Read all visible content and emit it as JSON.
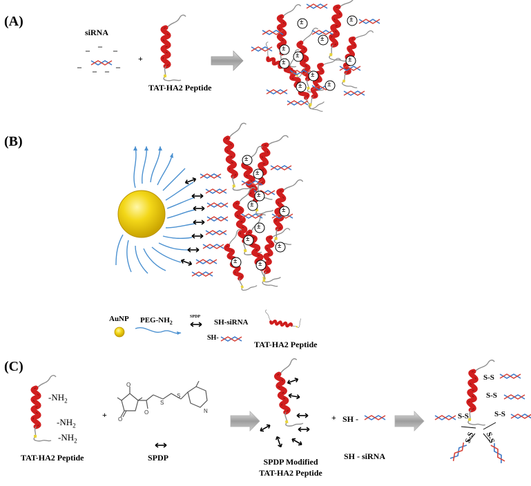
{
  "panels": {
    "a": {
      "label": "(A)",
      "sirna_label": "siRNA",
      "plus": "+",
      "peptide_label": "TAT-HA2 Peptide",
      "charge_symbol": "±",
      "minus_symbol": "–"
    },
    "b": {
      "label": "(B)",
      "charge_symbol": "±",
      "legend": {
        "aunp": "AuNP",
        "peg": "PEG-NH",
        "peg_sub": "2",
        "spdp_small": "SPDP",
        "sh_sirna": "SH-siRNA",
        "sh_prefix": "SH-",
        "peptide": "TAT-HA2 Peptide"
      }
    },
    "c": {
      "label": "(C)",
      "nh2_a": "-NH",
      "nh2_b": "-NH",
      "nh2_c": "-NH",
      "nh2_sub": "2",
      "peptide_label": "TAT-HA2 Peptide",
      "plus_1": "+",
      "spdp_label": "SPDP",
      "modified_line1": "SPDP Modified",
      "modified_line2": "TAT-HA2 Peptide",
      "plus_2": "+",
      "sh_dash": "SH -",
      "sh_sirna": "SH - siRNA",
      "ss": "S-S"
    }
  },
  "colors": {
    "helix": "#d11f1f",
    "helix_dark": "#8c0e0e",
    "coil": "#9a9a9a",
    "cys": "#e8d43a",
    "dna_blue": "#3a78c8",
    "dna_red": "#d8453a",
    "peg": "#4a90d0",
    "gold": "#f2d21a",
    "arrow_gray": "#a9a9a9"
  }
}
